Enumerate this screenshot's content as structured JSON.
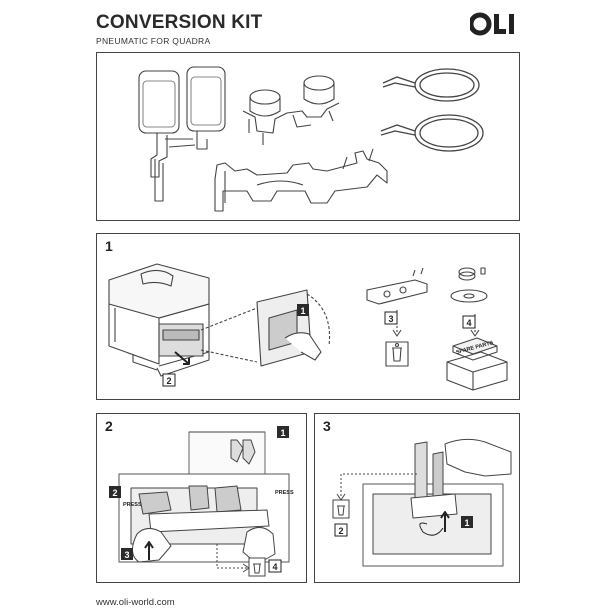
{
  "header": {
    "title": "CONVERSION KIT",
    "subtitle": "PNEUMATIC FOR QUADRA",
    "logo_text": "OLI"
  },
  "steps": [
    {
      "number": "1",
      "callouts": [
        "1",
        "2",
        "3",
        "4"
      ],
      "box_label": "SPARE PARTS"
    },
    {
      "number": "2",
      "callouts": [
        "1",
        "2",
        "3",
        "4"
      ],
      "press_left": "PRESS",
      "press_right": "PRESS"
    },
    {
      "number": "3",
      "callouts": [
        "1",
        "2"
      ]
    }
  ],
  "footer": {
    "url": "www.oli-world.com"
  },
  "colors": {
    "line": "#444444",
    "callout_fill": "#2b2b2b",
    "callout_text": "#ffffff"
  },
  "icons": [
    "trash-bin-icon",
    "arrow-icon",
    "hand-icon"
  ]
}
